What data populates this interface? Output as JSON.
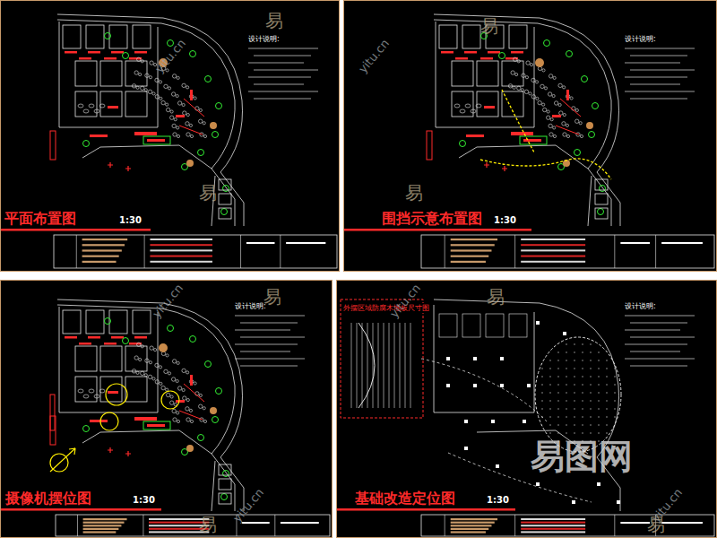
{
  "diagram": {
    "nodes": [
      {
        "text": [
          "平面布置图",
          "1:30"
        ]
      },
      {
        "text": [
          "围挡示意布置图",
          "1:30"
        ]
      },
      {
        "text": [
          "摄像机摆位图",
          "1:30"
        ]
      },
      {
        "text": [
          "基础改造定位图",
          "1:30"
        ]
      }
    ],
    "labels": [
      "设计说明:",
      "设计说明:",
      "设计说明:",
      "设计说明:",
      "外摆区域防腐木地板尺寸图",
      "yitu.cn",
      "yitu.cn",
      "yitu.cn",
      "yitu.cn",
      "yitu.cn",
      "yitu.cn",
      "易",
      "易",
      "易",
      "易",
      "易",
      "易",
      "易",
      "易",
      "易图网"
    ]
  }
}
